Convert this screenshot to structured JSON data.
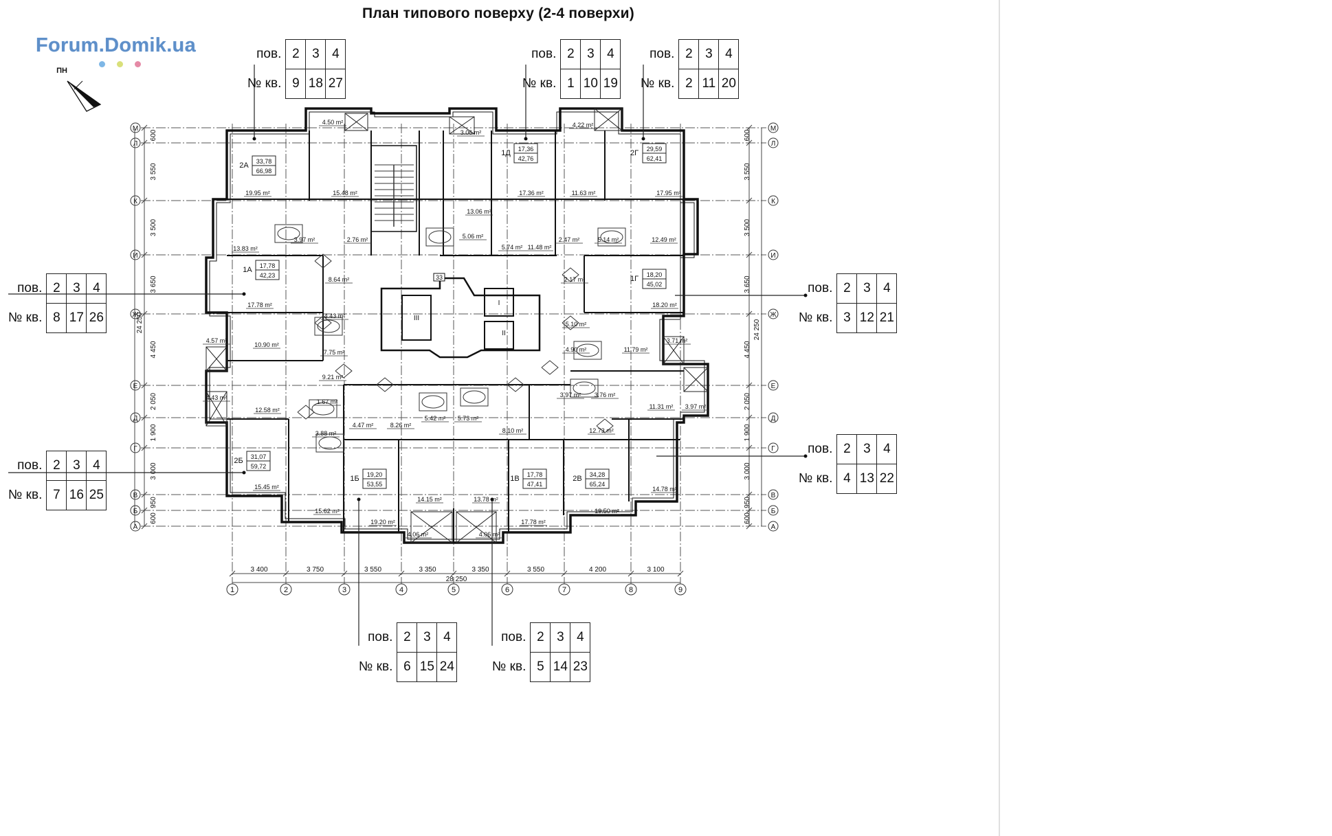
{
  "title": "План типового поверху (2-4 поверхи)",
  "logo": {
    "text": "Forum.Domik.ua",
    "dot_colors": [
      "#7eb7e6",
      "#d9e07a",
      "#e58aa6"
    ],
    "text_color": "#5e8fc9"
  },
  "compass": {
    "label": "ПН"
  },
  "tags": [
    {
      "floor_label": "пов.",
      "floors": [
        "2",
        "3",
        "4"
      ],
      "apt_label": "№ кв.",
      "apts": [
        "9",
        "18",
        "27"
      ]
    },
    {
      "floor_label": "пов.",
      "floors": [
        "2",
        "3",
        "4"
      ],
      "apt_label": "№ кв.",
      "apts": [
        "1",
        "10",
        "19"
      ]
    },
    {
      "floor_label": "пов.",
      "floors": [
        "2",
        "3",
        "4"
      ],
      "apt_label": "№ кв.",
      "apts": [
        "2",
        "11",
        "20"
      ]
    },
    {
      "floor_label": "пов.",
      "floors": [
        "2",
        "3",
        "4"
      ],
      "apt_label": "№ кв.",
      "apts": [
        "8",
        "17",
        "26"
      ]
    },
    {
      "floor_label": "пов.",
      "floors": [
        "2",
        "3",
        "4"
      ],
      "apt_label": "№ кв.",
      "apts": [
        "3",
        "12",
        "21"
      ]
    },
    {
      "floor_label": "пов.",
      "floors": [
        "2",
        "3",
        "4"
      ],
      "apt_label": "№ кв.",
      "apts": [
        "7",
        "16",
        "25"
      ]
    },
    {
      "floor_label": "пов.",
      "floors": [
        "2",
        "3",
        "4"
      ],
      "apt_label": "№ кв.",
      "apts": [
        "4",
        "13",
        "22"
      ]
    },
    {
      "floor_label": "пов.",
      "floors": [
        "2",
        "3",
        "4"
      ],
      "apt_label": "№ кв.",
      "apts": [
        "6",
        "15",
        "24"
      ]
    },
    {
      "floor_label": "пов.",
      "floors": [
        "2",
        "3",
        "4"
      ],
      "apt_label": "№ кв.",
      "apts": [
        "5",
        "14",
        "23"
      ]
    }
  ],
  "axes_rows": [
    "М",
    "Л",
    "К",
    "И",
    "Ж",
    "Е",
    "Д",
    "Г",
    "В",
    "Б",
    "А"
  ],
  "axes_cols": [
    "1",
    "2",
    "3",
    "4",
    "5",
    "6",
    "7",
    "8",
    "9"
  ],
  "row_dims": [
    "600",
    "3 550",
    "3 500",
    "3 650",
    "4 450",
    "2 050",
    "1 900",
    "3 000",
    "950",
    "600"
  ],
  "col_dims": [
    "3 400",
    "3 750",
    "3 550",
    "3 350",
    "3 350",
    "3 550",
    "4 200",
    "3 100"
  ],
  "total_width": "28 250",
  "total_height": "24 250",
  "apartments": [
    {
      "code": "2А",
      "living": "33,78",
      "total": "66,98"
    },
    {
      "code": "1Д",
      "living": "17,36",
      "total": "42,76"
    },
    {
      "code": "2Г",
      "living": "29,59",
      "total": "62,41"
    },
    {
      "code": "1А",
      "living": "17,78",
      "total": "42,23"
    },
    {
      "code": "1Г",
      "living": "18,20",
      "total": "45,02"
    },
    {
      "code": "2Б",
      "living": "31,07",
      "total": "59,72"
    },
    {
      "code": "1Б",
      "living": "19,20",
      "total": "53,55"
    },
    {
      "code": "1В",
      "living": "17,78",
      "total": "47,41"
    },
    {
      "code": "2В",
      "living": "34,28",
      "total": "65,24"
    }
  ],
  "room_areas": [
    "4.50 m²",
    "3.06 m²",
    "4.22 m²",
    "19.95 m²",
    "15.48 m²",
    "17.36 m²",
    "11.63 m²",
    "17.95 m²",
    "13.83 m²",
    "3.97 m²",
    "2.76 m²",
    "13.06 m²",
    "5.06 m²",
    "5.74 m²",
    "11.48 m²",
    "2.47 m²",
    "5.14 m²",
    "12.49 m²",
    "8.64 m²",
    "2.17 m²",
    "17.78 m²",
    "18.20 m²",
    "4.43 m²",
    "5.10 m²",
    "4.57 m²",
    "10.90 m²",
    "7.75 m²",
    "3.71 m²",
    "4.90 m²",
    "11.79 m²",
    "9.21 m²",
    "3.97 m²",
    "3.76 m²",
    "4.43 m²",
    "1.67 m²",
    "12.58 m²",
    "11.31 m²",
    "3.97 m²",
    "4.47 m²",
    "8.26 m²",
    "5.42 m²",
    "5.73 m²",
    "8.10 m²",
    "12.73 m²",
    "3.88 m²",
    "15.45 m²",
    "14.78 m²",
    "15.62 m²",
    "14.15 m²",
    "13.78 m²",
    "19.50 m²",
    "19.20 m²",
    "17.78 m²",
    "4.06 m²",
    "4.06 m²"
  ],
  "core": {
    "stair_no": "33",
    "lift_labels": [
      "III",
      "I",
      "II"
    ]
  }
}
